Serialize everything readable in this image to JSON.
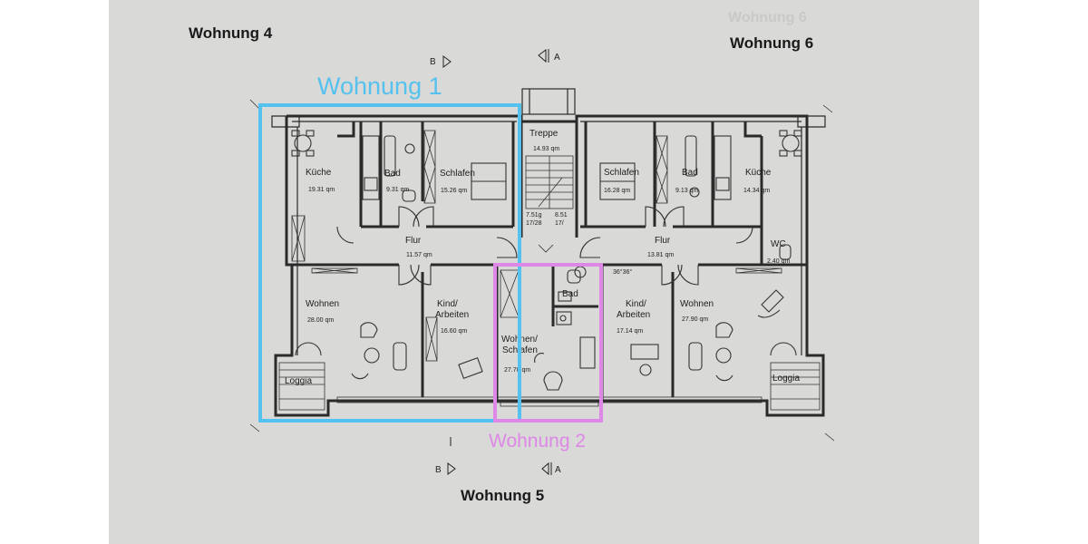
{
  "headings": {
    "top_left": "Wohnung 4",
    "top_right": "Wohnung 6",
    "bottom": "Wohnung 5",
    "faded": "Wohnung 6"
  },
  "highlights": {
    "apartment_1": {
      "label": "Wohnung 1",
      "color": "#55c1ee"
    },
    "apartment_2": {
      "label": "Wohnung 2",
      "color": "#dd88e6"
    }
  },
  "section_marks": {
    "a": "A",
    "b": "B"
  },
  "rooms_left": {
    "kitchen": {
      "name": "Küche",
      "area": "19.31 qm"
    },
    "bath": {
      "name": "Bad",
      "area": "9.31 qm"
    },
    "bedroom": {
      "name": "Schlafen",
      "area": "15.26 qm"
    },
    "hall": {
      "name": "Flur",
      "area": "11.57 qm"
    },
    "living": {
      "name": "Wohnen",
      "area": "28.00 qm"
    },
    "kid": {
      "name": "Kind/",
      "name2": "Arbeiten",
      "area": "16.60 qm"
    },
    "loggia": {
      "name": "Loggia"
    }
  },
  "rooms_center": {
    "stair": {
      "name": "Treppe",
      "area": "14.93 qm"
    },
    "stair_left": {
      "line1": "7.51g",
      "line2": "17/28"
    },
    "stair_right": {
      "line1": "8.51",
      "line2": "17/"
    },
    "bath": {
      "name": "Bad"
    },
    "living": {
      "name": "Wohnen/",
      "name2": "Schlafen",
      "area": "27.70 qm"
    },
    "angle": "36°36°"
  },
  "rooms_right": {
    "bedroom": {
      "name": "Schlafen",
      "area": "16.28 qm"
    },
    "bath": {
      "name": "Bad",
      "area": "9.13 qm"
    },
    "kitchen": {
      "name": "Küche",
      "area": "14.34 qm"
    },
    "hall": {
      "name": "Flur",
      "area": "13.81 qm"
    },
    "wc": {
      "name": "WC",
      "area": "2.40 qm"
    },
    "kid": {
      "name": "Kind/",
      "name2": "Arbeiten",
      "area": "17.14 qm"
    },
    "living": {
      "name": "Wohnen",
      "area": "27.90 qm"
    },
    "loggia": {
      "name": "Loggia"
    }
  }
}
